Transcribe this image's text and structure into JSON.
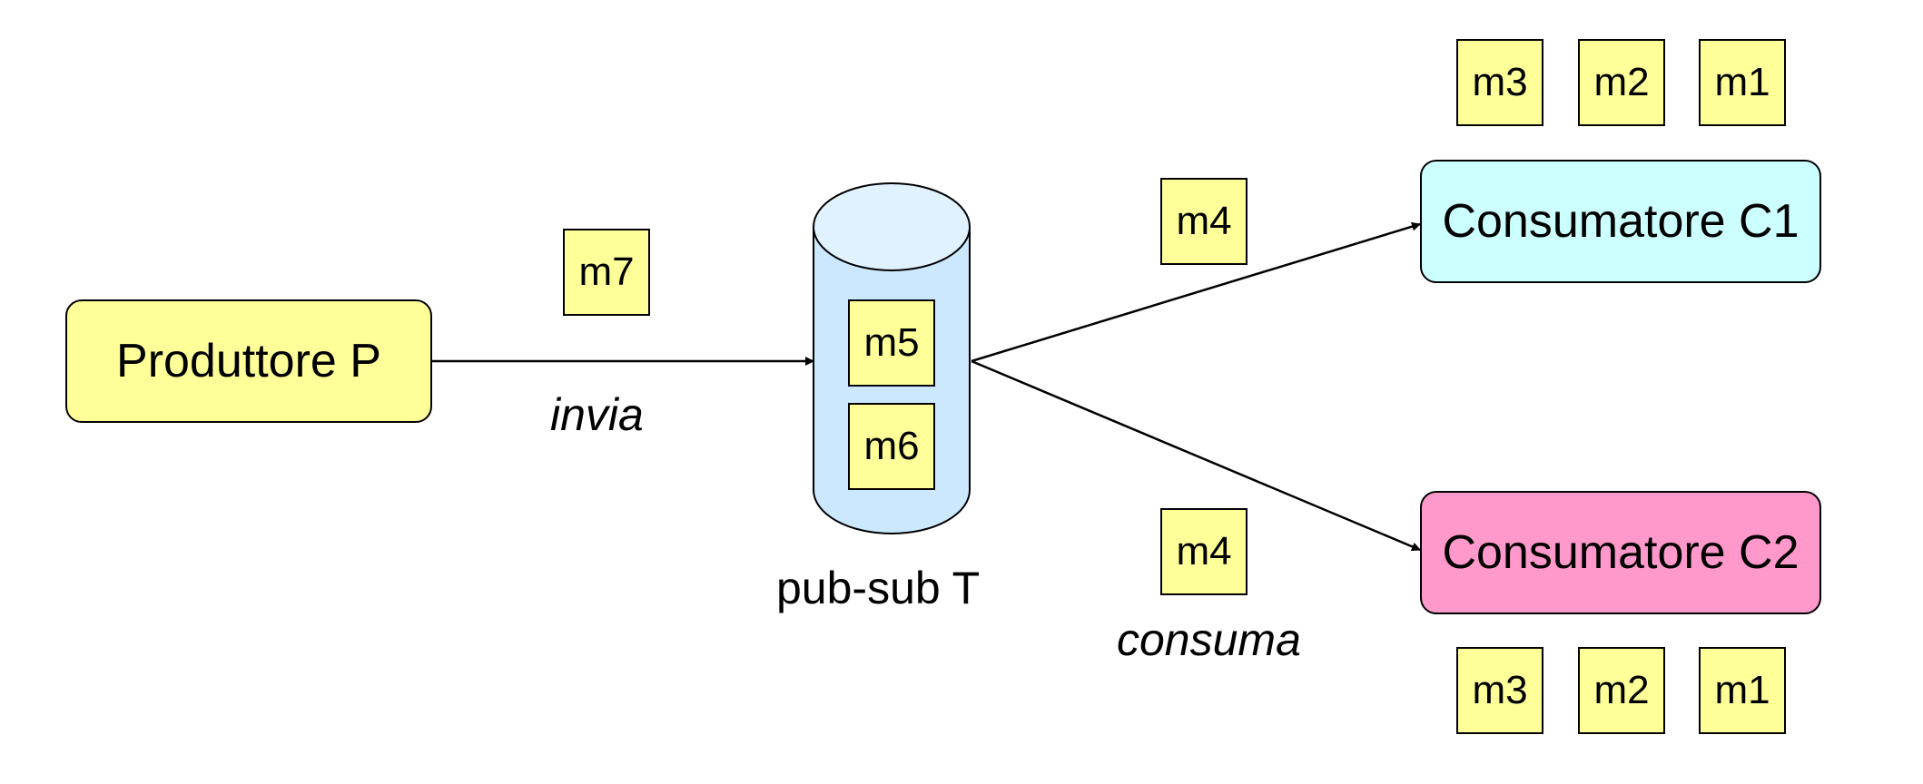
{
  "producer": {
    "label": "Produttore P",
    "color": "#FFFF99"
  },
  "topic": {
    "label": "pub-sub T",
    "color": "#CCE8FF",
    "top_color": "#E0F2FF"
  },
  "consumers": [
    {
      "label": "Consumatore C1",
      "color": "#CCFFFF"
    },
    {
      "label": "Consumatore C2",
      "color": "#FF99CC"
    }
  ],
  "edges": {
    "send_label": "invia",
    "consume_label": "consuma"
  },
  "messages": {
    "color": "#FFFF99",
    "in_flight_to_topic": "m7",
    "in_topic": [
      "m5",
      "m6"
    ],
    "to_c1": "m4",
    "to_c2": "m4",
    "consumed_c1": [
      "m3",
      "m2",
      "m1"
    ],
    "consumed_c2": [
      "m3",
      "m2",
      "m1"
    ]
  }
}
